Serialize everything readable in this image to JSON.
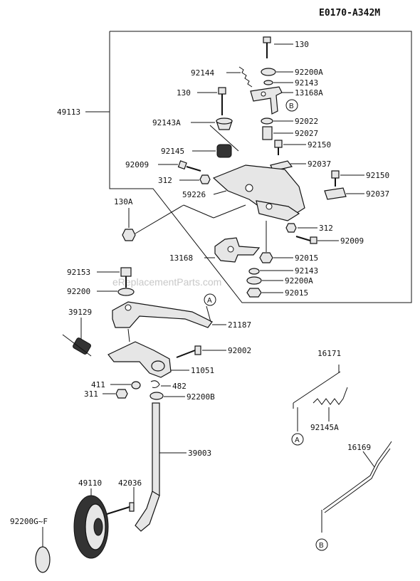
{
  "diagram_code": "E0170-A342M",
  "watermark": "eReplacementParts.com",
  "labels": {
    "p130_top": "130",
    "p92144": "92144",
    "p92200A_top": "92200A",
    "p92143_top": "92143",
    "p130_mid": "130",
    "p13168A": "13168A",
    "p49113": "49113",
    "p92143A": "92143A",
    "p92022": "92022",
    "p92027": "92027",
    "p92150_a": "92150",
    "p92145": "92145",
    "p92009_a": "92009",
    "p92037_a": "92037",
    "p312_a": "312",
    "p92150_b": "92150",
    "p59226": "59226",
    "p92037_b": "92037",
    "p130A": "130A",
    "p312_b": "312",
    "p92009_b": "92009",
    "p13168": "13168",
    "p92015_a": "92015",
    "p92153": "92153",
    "p92143_b": "92143",
    "p92200A_b": "92200A",
    "p92200": "92200",
    "p92015_b": "92015",
    "p39129": "39129",
    "p21187": "21187",
    "p92002": "92002",
    "p16171": "16171",
    "p11051": "11051",
    "p411": "411",
    "p482": "482",
    "p311": "311",
    "p92200B": "92200B",
    "p92145A": "92145A",
    "p39003": "39003",
    "p16169": "16169",
    "p49110": "49110",
    "p42036": "42036",
    "p92200G": "92200G~F"
  },
  "callouts": {
    "A": "A",
    "B": "B"
  }
}
